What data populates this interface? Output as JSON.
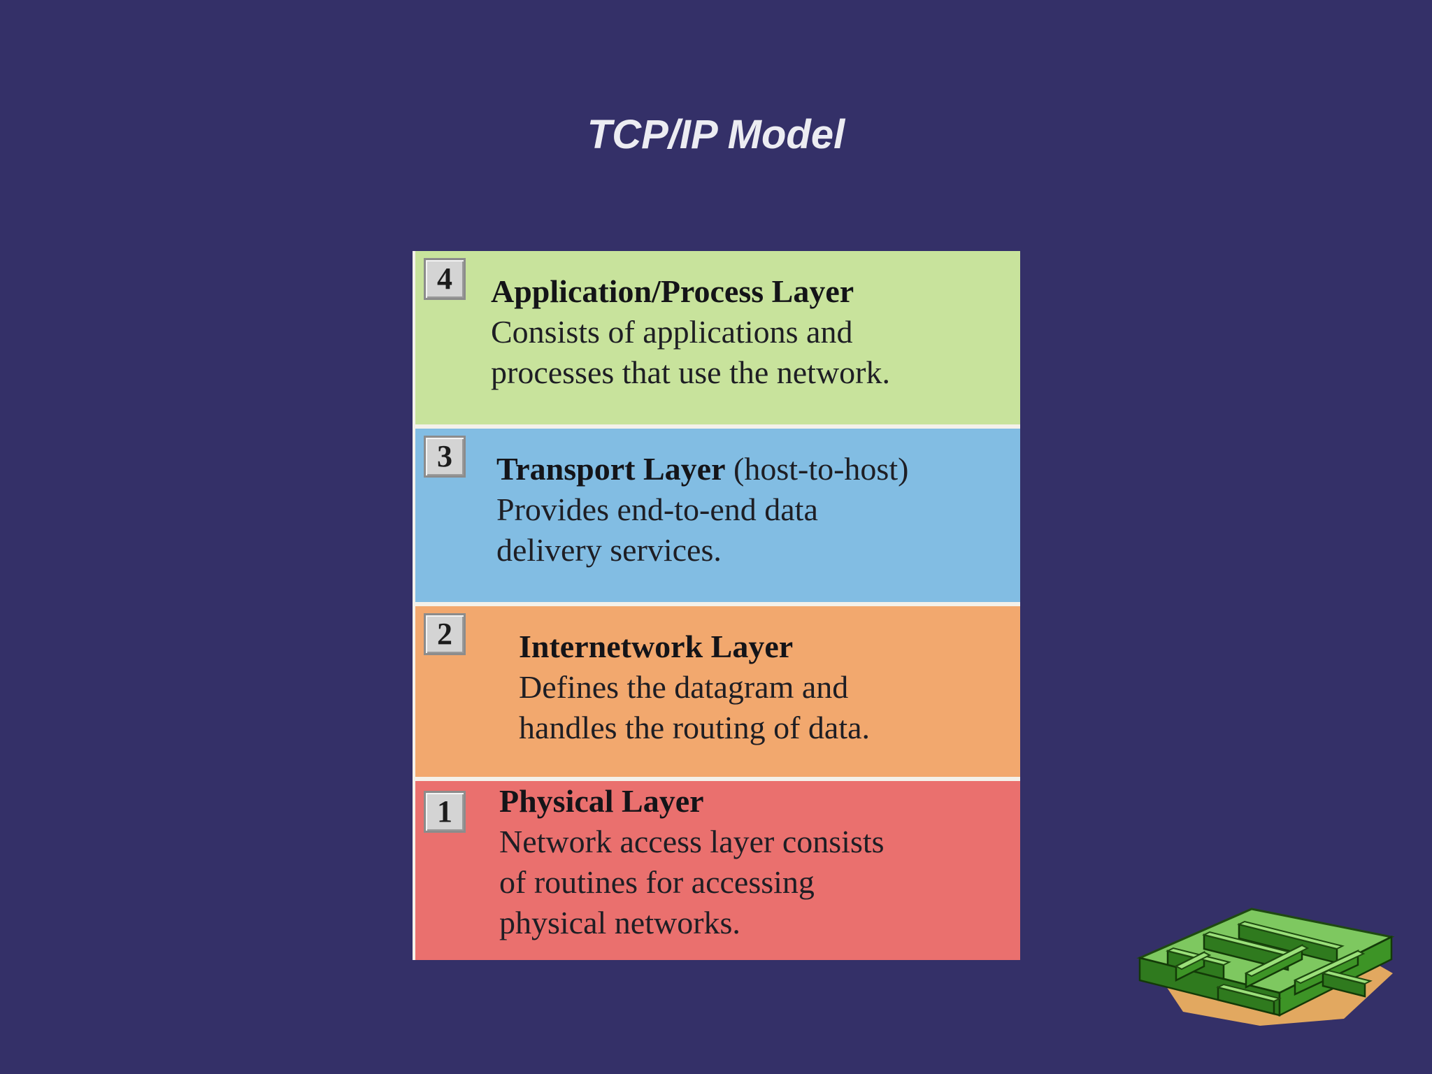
{
  "slide": {
    "title": "TCP/IP Model"
  },
  "layers": [
    {
      "number": "4",
      "name": "Application/Process Layer",
      "suffix": "",
      "lines": [
        "Consists of applications and",
        "processes that use the network."
      ],
      "color": "#c8e39c"
    },
    {
      "number": "3",
      "name": "Transport Layer",
      "suffix": " (host-to-host)",
      "lines": [
        "Provides end-to-end data",
        "delivery services."
      ],
      "color": "#82bde3"
    },
    {
      "number": "2",
      "name": "Internetwork Layer",
      "suffix": "",
      "lines": [
        "Defines the datagram and",
        "handles the routing of data."
      ],
      "color": "#f2a86e"
    },
    {
      "number": "1",
      "name": "Physical Layer",
      "suffix": "",
      "lines": [
        "Network access layer consists",
        "of routines for accessing",
        "physical networks."
      ],
      "color": "#ea706e"
    }
  ],
  "logo": {
    "icon": "maze-icon"
  },
  "colors": {
    "background": "#343068",
    "title": "#ececf2"
  }
}
